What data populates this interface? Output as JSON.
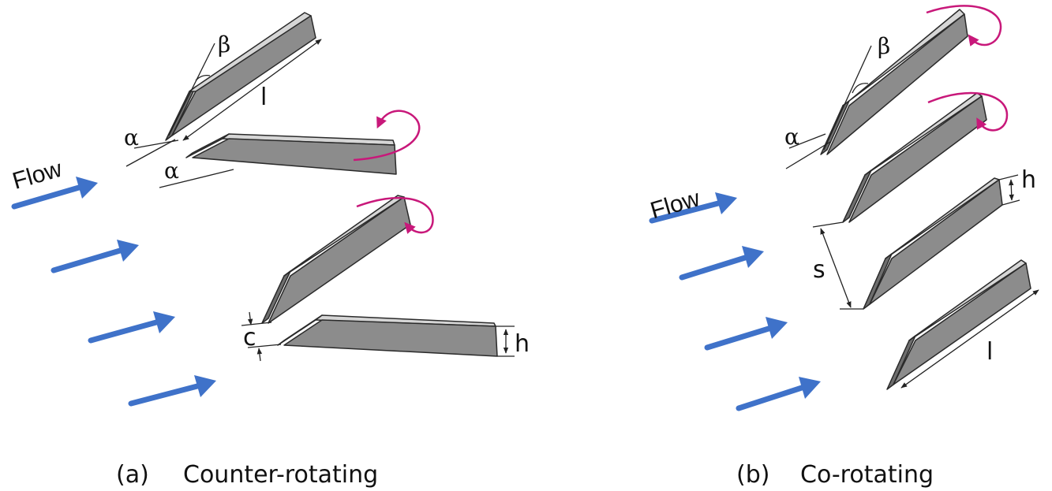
{
  "colors": {
    "flow_arrow": "#3f72c9",
    "vortex_arrow": "#c8187a",
    "vane": "#8c8c8c"
  },
  "panel_a": {
    "flow_label": "Flow",
    "caption_label": "(a)",
    "caption_text": "Counter-rotating",
    "symbols": {
      "beta": "β",
      "length": "l",
      "alpha_top": "α",
      "alpha_bottom": "α",
      "gap": "c",
      "height": "h"
    }
  },
  "panel_b": {
    "flow_label": "Flow",
    "caption_label": "(b)",
    "caption_text": "Co-rotating",
    "symbols": {
      "beta": "β",
      "alpha": "α",
      "height": "h",
      "spacing": "s",
      "length": "l"
    }
  }
}
